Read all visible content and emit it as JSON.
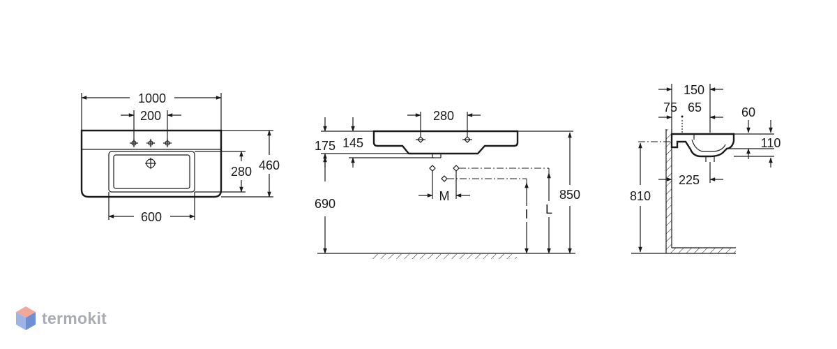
{
  "front_view": {
    "overall_width": "1000",
    "tap_spacing": "200",
    "bowl_width": "600",
    "bowl_depth": "280",
    "overall_depth": "460"
  },
  "side_view": {
    "hole_spacing": "280",
    "dim_175": "175",
    "dim_145": "145",
    "height_690": "690",
    "height_850": "850",
    "label_m": "M",
    "label_l": "L",
    "label_i": "I"
  },
  "section_view": {
    "dim_150": "150",
    "dim_75": "75",
    "dim_65": "65",
    "dim_60": "60",
    "dim_110": "110",
    "dim_225": "225",
    "height_810": "810"
  },
  "brand": {
    "name": "termokit",
    "colors": {
      "top": "#f1a89a",
      "left": "#9cb5e6",
      "right": "#6e8fd6"
    }
  }
}
